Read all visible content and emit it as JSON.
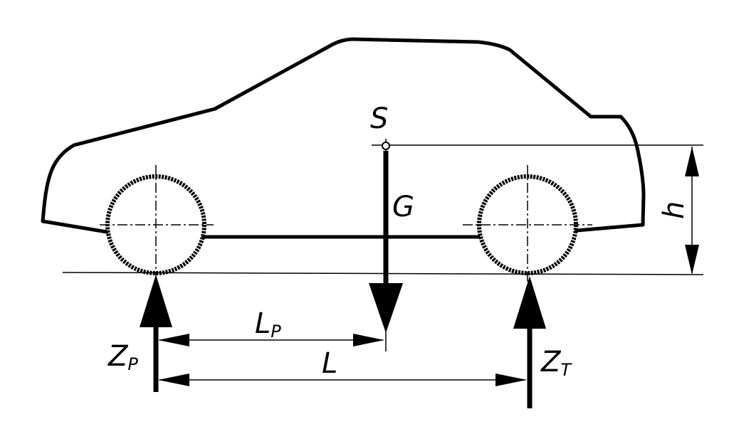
{
  "labels": {
    "cog": "S",
    "weight": "G",
    "height": "h",
    "front_force_main": "Z",
    "front_force_sub": "P",
    "rear_force_main": "Z",
    "rear_force_sub": "T",
    "front_distance_main": "L",
    "front_distance_sub": "P",
    "wheelbase": "L"
  },
  "colors": {
    "line": "#000000",
    "background": "#ffffff"
  }
}
